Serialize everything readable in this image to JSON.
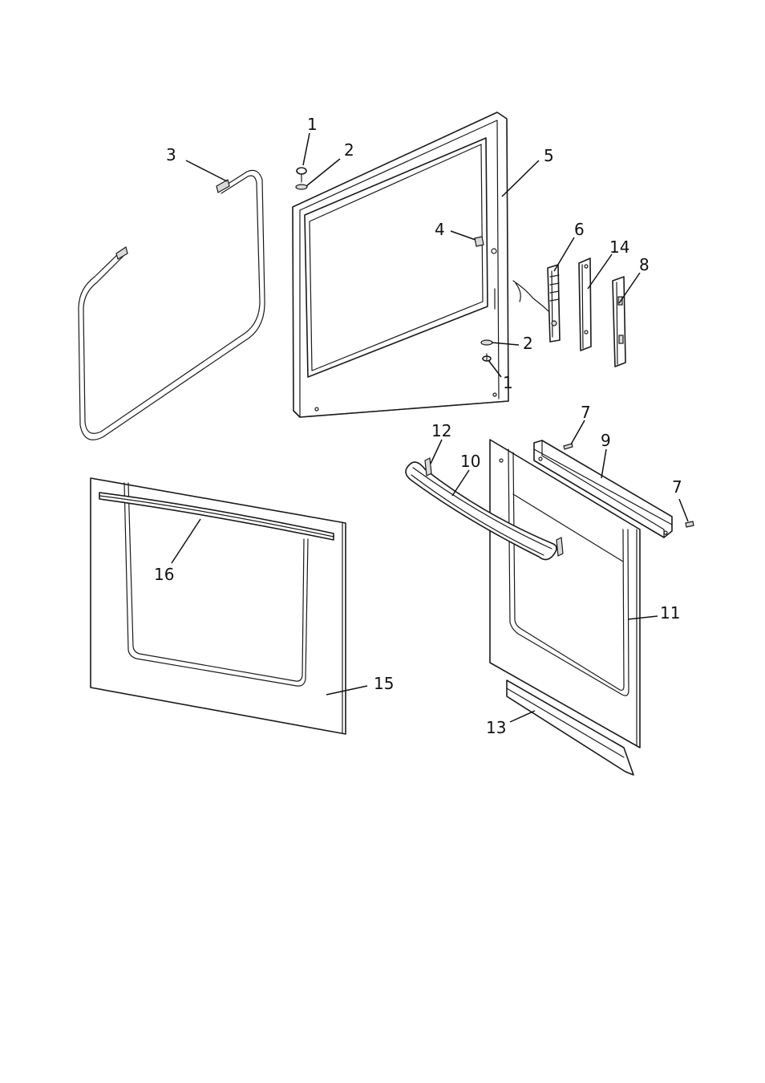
{
  "callouts": [
    {
      "id": "c1a",
      "label": "1"
    },
    {
      "id": "c2a",
      "label": "2"
    },
    {
      "id": "c3",
      "label": "3"
    },
    {
      "id": "c5",
      "label": "5"
    },
    {
      "id": "c4",
      "label": "4"
    },
    {
      "id": "c6",
      "label": "6"
    },
    {
      "id": "c14",
      "label": "14"
    },
    {
      "id": "c8",
      "label": "8"
    },
    {
      "id": "c2b",
      "label": "2"
    },
    {
      "id": "c1b",
      "label": "1"
    },
    {
      "id": "c7a",
      "label": "7"
    },
    {
      "id": "c9",
      "label": "9"
    },
    {
      "id": "c12",
      "label": "12"
    },
    {
      "id": "c10",
      "label": "10"
    },
    {
      "id": "c7b",
      "label": "7"
    },
    {
      "id": "c16",
      "label": "16"
    },
    {
      "id": "c11",
      "label": "11"
    },
    {
      "id": "c15",
      "label": "15"
    },
    {
      "id": "c13",
      "label": "13"
    }
  ]
}
